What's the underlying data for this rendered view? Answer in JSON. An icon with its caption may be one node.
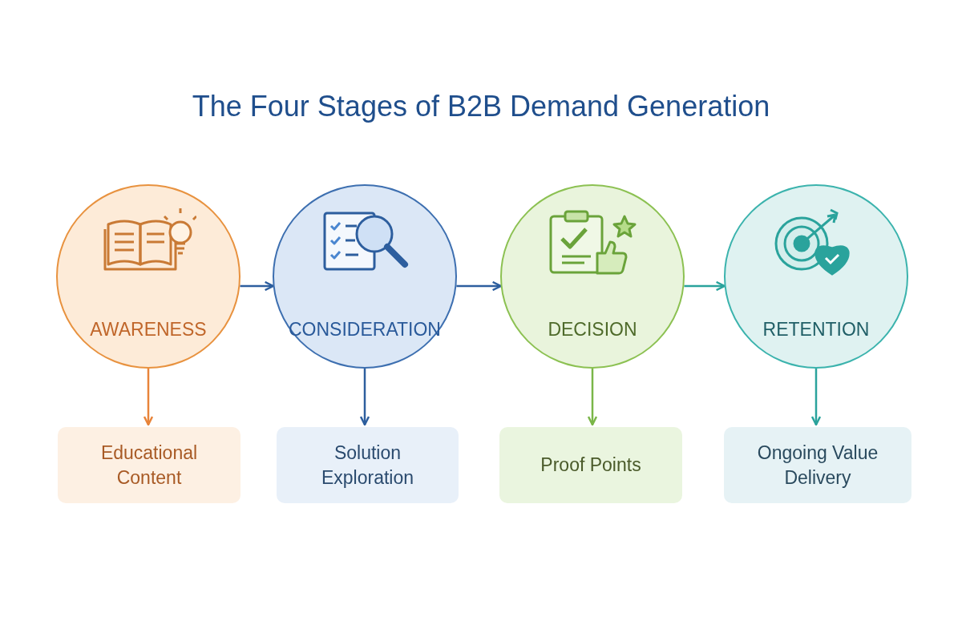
{
  "diagram": {
    "title": "The Four Stages of B2B Demand Generation",
    "nodes": [
      {
        "text": [
          "AWARENESS"
        ]
      },
      {
        "text": [
          "CONSIDERATION"
        ]
      },
      {
        "text": [
          "DECISION"
        ]
      },
      {
        "text": [
          "RETENTION"
        ]
      },
      {
        "text": [
          "Educational Content"
        ]
      },
      {
        "text": [
          "Solution Exploration"
        ]
      },
      {
        "text": [
          "Proof Points"
        ]
      },
      {
        "text": [
          "Ongoing Value Delivery"
        ]
      }
    ],
    "edges": [
      {
        "from": 0,
        "to": 1,
        "arrow": "to",
        "color": "#2d5e9e"
      },
      {
        "from": 1,
        "to": 2,
        "arrow": "to",
        "color": "#2d5e9e"
      },
      {
        "from": 2,
        "to": 3,
        "arrow": "to",
        "color": "#2aa39c"
      },
      {
        "from": 0,
        "to": 4,
        "arrow": "to",
        "color": "#e8843a"
      },
      {
        "from": 1,
        "to": 5,
        "arrow": "to",
        "color": "#2d5e9e"
      },
      {
        "from": 2,
        "to": 6,
        "arrow": "to",
        "color": "#7ab648"
      },
      {
        "from": 3,
        "to": 7,
        "arrow": "to",
        "color": "#2aa39c"
      }
    ]
  }
}
